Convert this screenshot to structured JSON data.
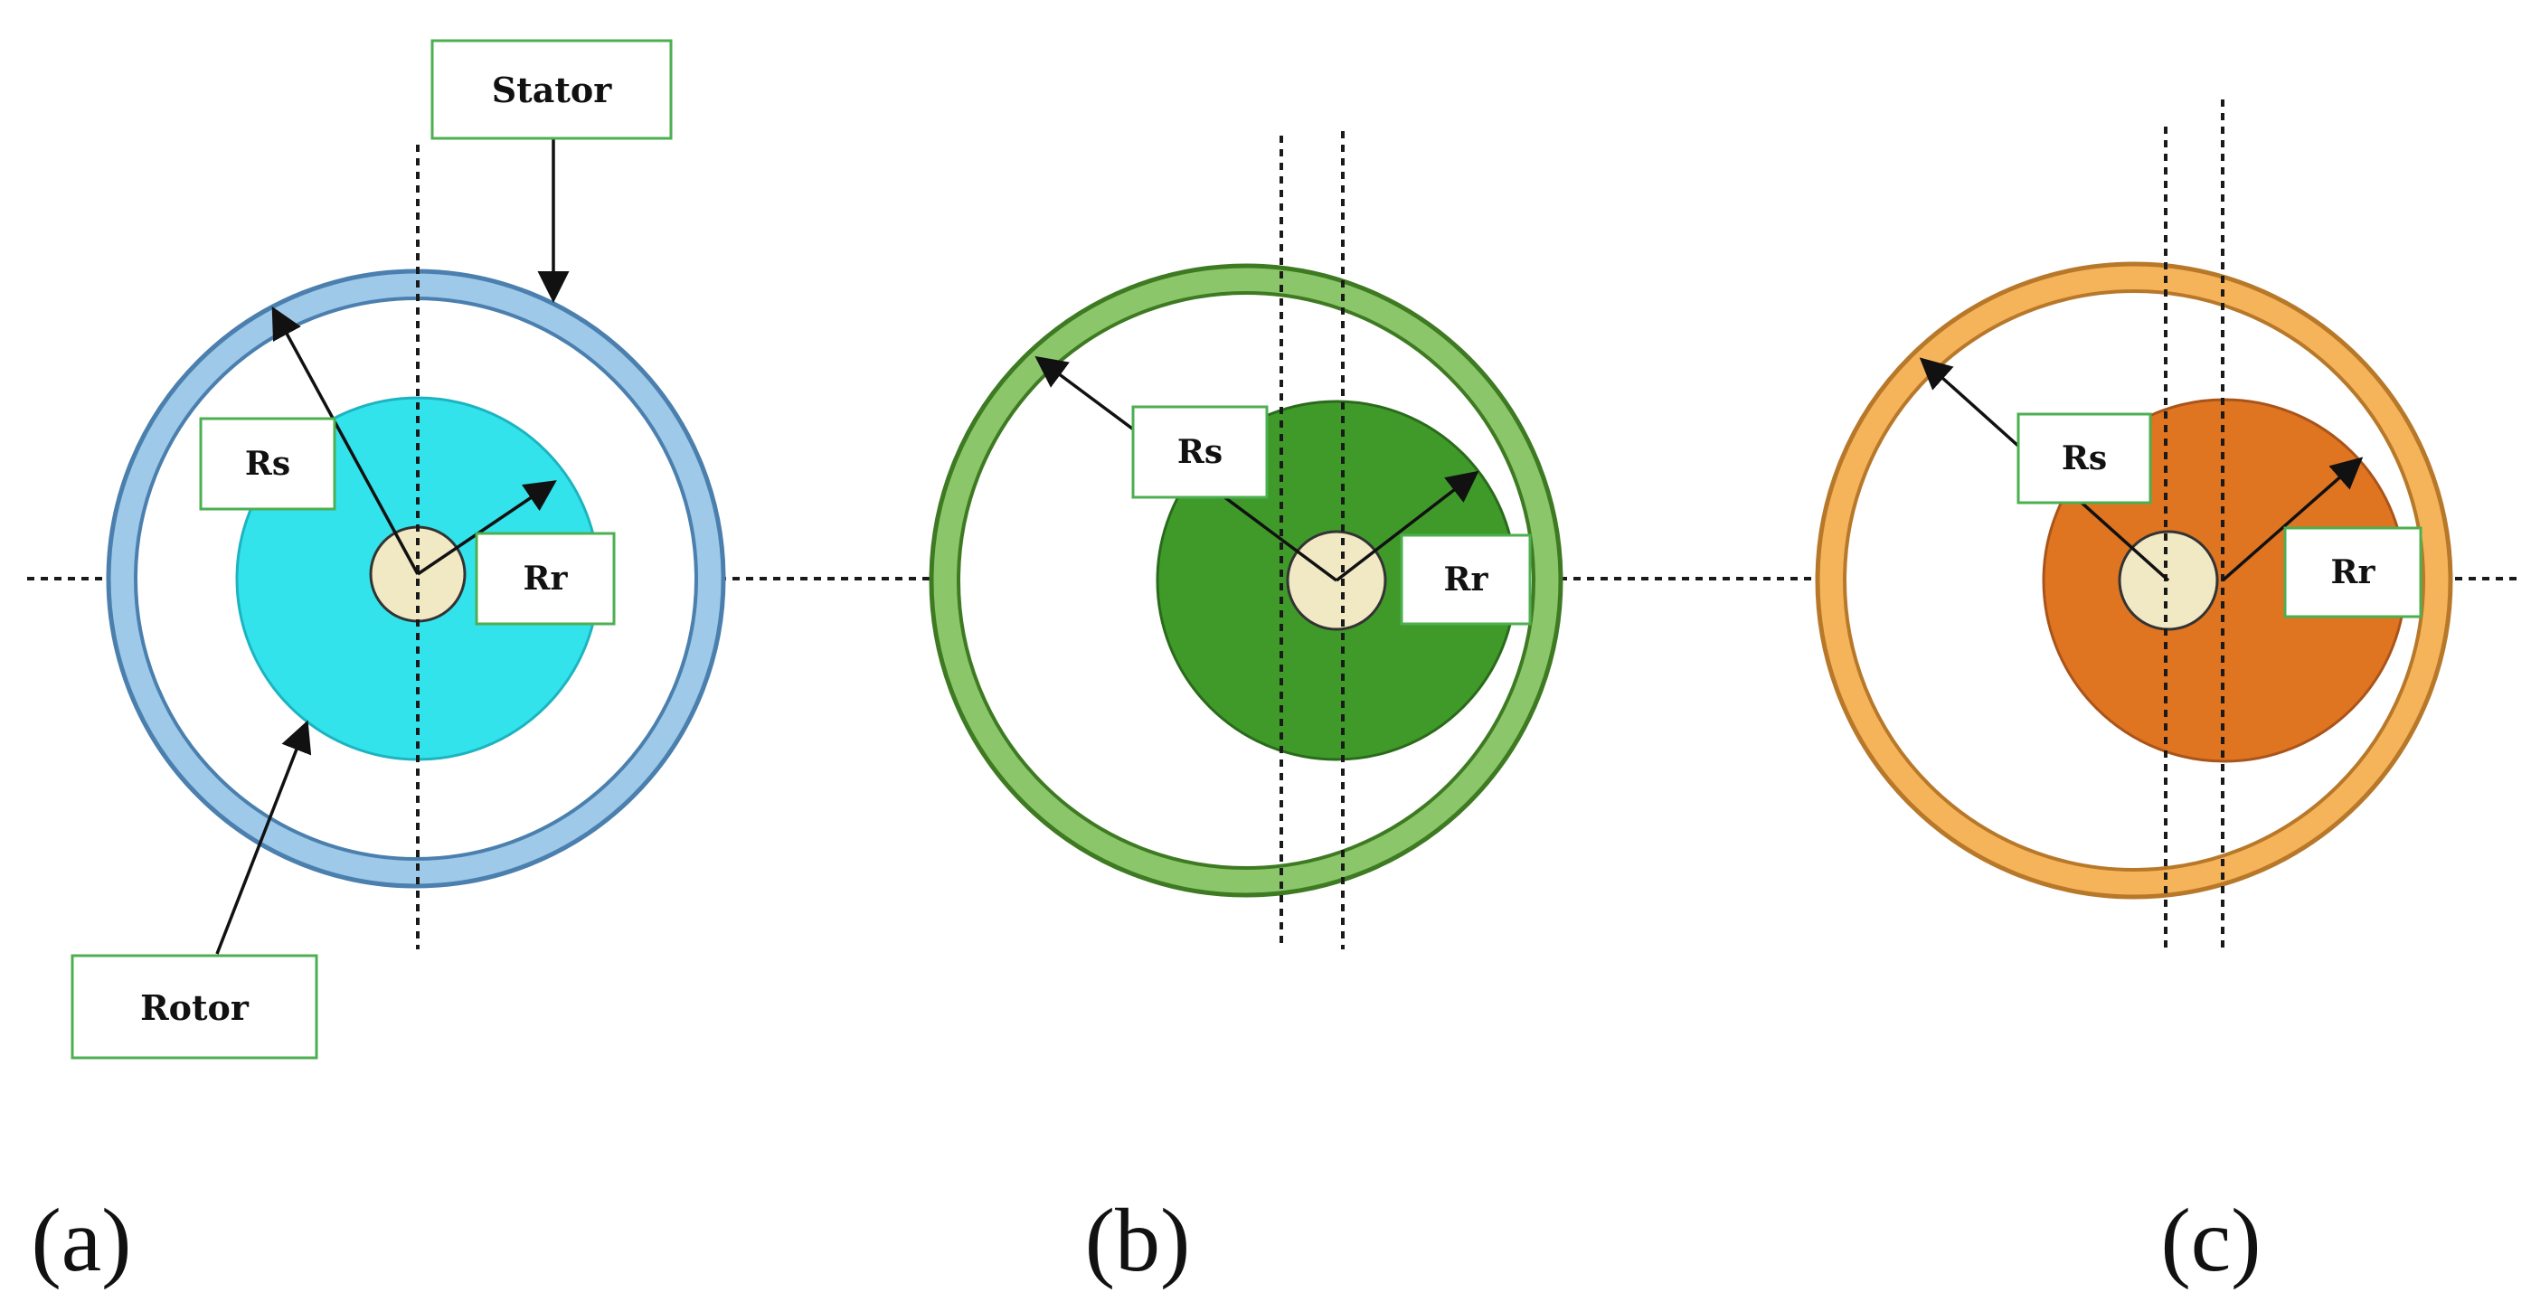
{
  "labels": {
    "stator": "Stator",
    "rotor": "Rotor"
  },
  "panels": [
    {
      "caption": "(a)",
      "rs_label": "Rs",
      "rr_label": "Rr",
      "colors": {
        "stator_ring": "#9ec9e8",
        "stator_edge": "#4a7fae",
        "rotor": "#33e3ec",
        "rotor_edge": "#1cb4c0"
      }
    },
    {
      "caption": "(b)",
      "rs_label": "Rs",
      "rr_label": "Rr",
      "colors": {
        "stator_ring": "#8cc66a",
        "stator_edge": "#3d7a22",
        "rotor": "#3f9a2a",
        "rotor_edge": "#2a6b1b"
      }
    },
    {
      "caption": "(c)",
      "rs_label": "Rs",
      "rr_label": "Rr",
      "colors": {
        "stator_ring": "#f5b45a",
        "stator_edge": "#b8782a",
        "rotor": "#df7421",
        "rotor_edge": "#a9541a"
      }
    }
  ],
  "colors": {
    "shaft": "#f1e8c4",
    "label_border": "#4caf50"
  }
}
